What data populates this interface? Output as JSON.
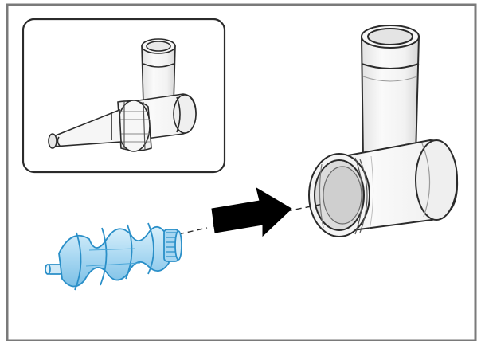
{
  "figure": {
    "panels": [
      {
        "name": "inset",
        "content": "assembled-attachment-with-cone"
      },
      {
        "name": "main",
        "content": "insert-worm-shaft-into-housing"
      }
    ],
    "colors": {
      "outline": "#2b2b2b",
      "frame": "#7a7a7a",
      "part_fill": "#f4f4f4",
      "shade": "#d9d9d9",
      "worm_fill": "#bfe3f6",
      "worm_stroke": "#2a8fc8",
      "arrow": "#000000"
    }
  }
}
